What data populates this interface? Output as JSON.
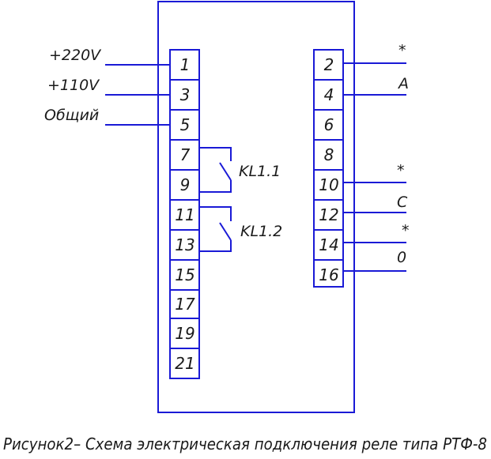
{
  "left_terminals": [
    "1",
    "3",
    "5",
    "7",
    "9",
    "11",
    "13",
    "15",
    "17",
    "19",
    "21"
  ],
  "right_terminals": [
    "2",
    "4",
    "6",
    "8",
    "10",
    "12",
    "14",
    "16"
  ],
  "input_labels": [
    "+220V",
    "+110V",
    "Общий"
  ],
  "relay_labels": [
    "KL1.1",
    "KL1.2"
  ],
  "output_labels": [
    "A",
    "C",
    "0"
  ],
  "output_marks": [
    "*",
    "*",
    "*"
  ],
  "caption": "Рисунок2– Схема электрическая  подключения реле типа РТФ-8",
  "colors": {
    "line": "#1a1ad6",
    "text": "#1a1a1a"
  }
}
